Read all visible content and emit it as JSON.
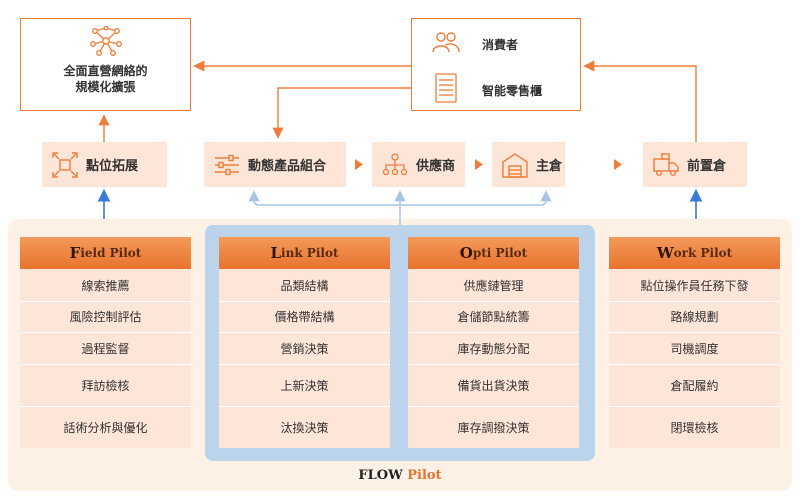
{
  "top_left": {
    "label": "全面直營網絡的\n規模化擴張",
    "icon": "network-icon"
  },
  "top_right": {
    "consumer_label": "消費者",
    "consumer_icon": "people-icon",
    "cabinet_label": "智能零售櫃",
    "cabinet_icon": "vending-cabinet-icon"
  },
  "nodes": [
    {
      "label": "點位拓展",
      "icon": "expand-icon"
    },
    {
      "label": "動態產品組合",
      "icon": "sliders-icon"
    },
    {
      "label": "供應商",
      "icon": "supplier-icon"
    },
    {
      "label": "主倉",
      "icon": "warehouse-icon"
    },
    {
      "label": "前置倉",
      "icon": "truck-icon"
    }
  ],
  "pilots": [
    {
      "cap": "F",
      "rest": "ield Pilot",
      "items": [
        "線索推薦",
        "風險控制評估",
        "過程監督",
        "拜訪檢核",
        "話術分析與優化"
      ]
    },
    {
      "cap": "L",
      "rest": "ink Pilot",
      "items": [
        "品類結構",
        "價格帶結構",
        "營銷決策",
        "上新決策",
        "汰換決策"
      ]
    },
    {
      "cap": "O",
      "rest": "pti Pilot",
      "items": [
        "供應鏈管理",
        "倉儲節點統籌",
        "庫存動態分配",
        "備貨出貨決策",
        "庫存調撥決策"
      ]
    },
    {
      "cap": "W",
      "rest": "ork Pilot",
      "items": [
        "點位操作員任務下發",
        "路線規劃",
        "司機調度",
        "倉配履約",
        "閉環檢核"
      ]
    }
  ],
  "flow": {
    "main": "FLOW",
    "pilot": "Pilot"
  },
  "colors": {
    "accent": "#ee7d3b",
    "node_bg": "#fde6d8",
    "panel_bg": "#fdf1e6",
    "blue_panel": "#bcd3ec",
    "blue_arrow": "#3a7bd5"
  }
}
